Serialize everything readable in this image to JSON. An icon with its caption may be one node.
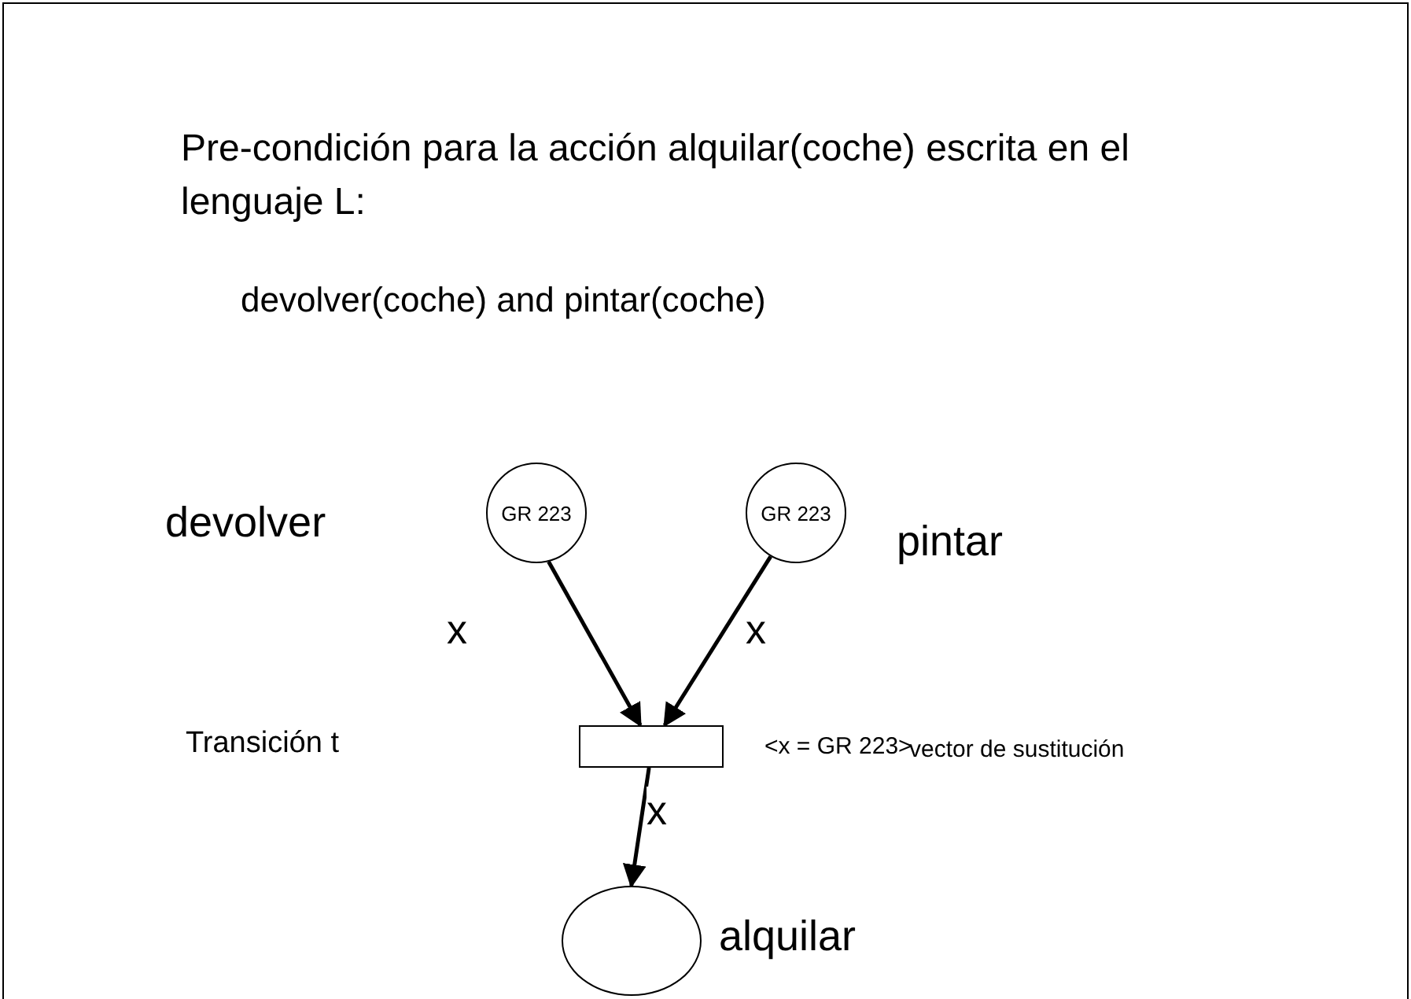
{
  "diagram": {
    "title": "Pre-condición para la acción alquilar(coche) escrita en el lenguaje L:",
    "nodes": [
      {
        "text": [
          "GR 223"
        ],
        "beside": [
          "devolver"
        ]
      },
      {
        "text": [
          "GR 223"
        ],
        "beside": [
          "pintar"
        ]
      },
      {
        "text": [],
        "shape": "box",
        "beside": [
          "<x = GR 223>",
          "vector de sustitución"
        ]
      },
      {
        "text": [],
        "shape": "circle",
        "beside": [
          "alquilar"
        ]
      }
    ],
    "edges": [
      {
        "from": 0,
        "to": 2,
        "arrow": "to",
        "label": "x"
      },
      {
        "from": 1,
        "to": 2,
        "arrow": "to",
        "label": "x"
      },
      {
        "from": 2,
        "to": 3,
        "arrow": "to",
        "label": "x"
      }
    ],
    "labels": [
      "devolver(coche) and pintar(coche)",
      "Transición t"
    ]
  }
}
